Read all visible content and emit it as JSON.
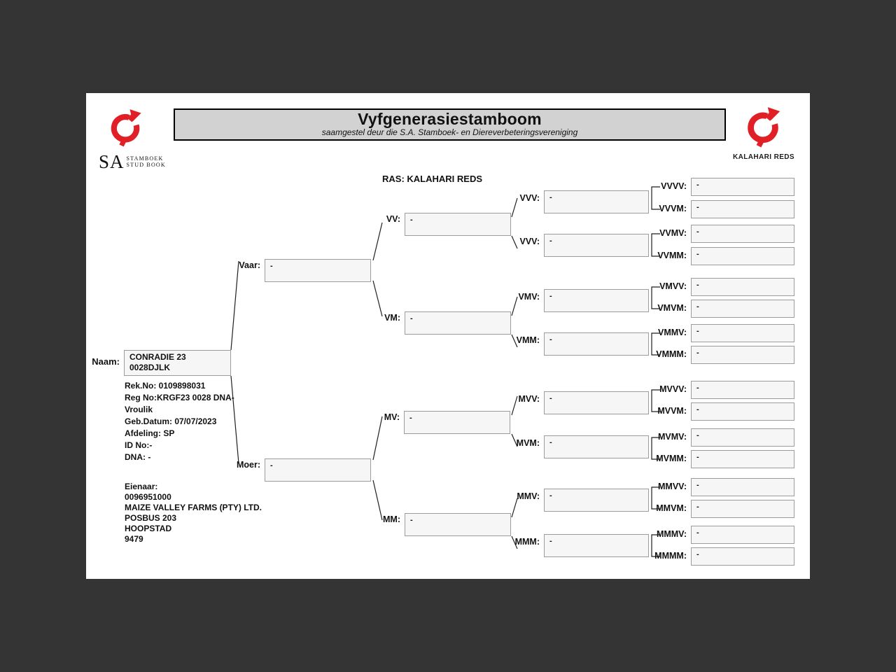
{
  "header": {
    "title": "Vyfgenerasiestamboom",
    "subtitle": "saamgestel deur die S.A. Stamboek- en Diereverbeteringsvereniging",
    "breed_line": "RAS: KALAHARI REDS"
  },
  "logos": {
    "left": {
      "big": "SA",
      "small_top": "STAMBOEK",
      "small_bottom": "STUD BOOK"
    },
    "right": {
      "caption": "KALAHARI REDS"
    }
  },
  "icons": {
    "left_logo": "circular-arrow-brand-mark",
    "right_logo": "circular-arrow-brand-mark"
  },
  "subject": {
    "label": "Naam:",
    "name_line1": "CONRADIE 23",
    "name_line2": "0028DJLK",
    "details": [
      "Rek.No: 0109898031",
      "Reg No:KRGF23 0028 DNA-",
      "Vroulik",
      "Geb.Datum: 07/07/2023",
      "Afdeling: SP",
      "ID No:-",
      "DNA: -"
    ],
    "owner": [
      "Eienaar:",
      "0096951000",
      "MAIZE VALLEY FARMS (PTY) LTD.",
      "POSBUS 203",
      "HOOPSTAD",
      "9479"
    ]
  },
  "pedigree": {
    "gen2": [
      {
        "label": "Vaar:",
        "value": "-"
      },
      {
        "label": "Moer:",
        "value": "-"
      }
    ],
    "gen3": [
      {
        "label": "VV:",
        "value": "-"
      },
      {
        "label": "VM:",
        "value": "-"
      },
      {
        "label": "MV:",
        "value": "-"
      },
      {
        "label": "MM:",
        "value": "-"
      }
    ],
    "gen4": [
      {
        "label": "VVV:",
        "value": "-"
      },
      {
        "label": "VVV:",
        "value": "-"
      },
      {
        "label": "VMV:",
        "value": "-"
      },
      {
        "label": "VMM:",
        "value": "-"
      },
      {
        "label": "MVV:",
        "value": "-"
      },
      {
        "label": "MVM:",
        "value": "-"
      },
      {
        "label": "MMV:",
        "value": "-"
      },
      {
        "label": "MMM:",
        "value": "-"
      }
    ],
    "gen5": [
      {
        "label": "VVVV:",
        "value": "-"
      },
      {
        "label": "VVVM:",
        "value": "-"
      },
      {
        "label": "VVMV:",
        "value": "-"
      },
      {
        "label": "VVMM:",
        "value": "-"
      },
      {
        "label": "VMVV:",
        "value": "-"
      },
      {
        "label": "VMVM:",
        "value": "-"
      },
      {
        "label": "VMMV:",
        "value": "-"
      },
      {
        "label": "VMMM:",
        "value": "-"
      },
      {
        "label": "MVVV:",
        "value": "-"
      },
      {
        "label": "MVVM:",
        "value": "-"
      },
      {
        "label": "MVMV:",
        "value": "-"
      },
      {
        "label": "MVMM:",
        "value": "-"
      },
      {
        "label": "MMVV:",
        "value": "-"
      },
      {
        "label": "MMVM:",
        "value": "-"
      },
      {
        "label": "MMMV:",
        "value": "-"
      },
      {
        "label": "MMMM:",
        "value": "-"
      }
    ]
  },
  "colors": {
    "brand_red": "#E01F26",
    "banner_bg": "#d2d2d2",
    "box_bg": "#f6f6f6",
    "box_border": "#9c9c9c",
    "page_bg": "#ffffff",
    "outer_bg": "#343434"
  }
}
